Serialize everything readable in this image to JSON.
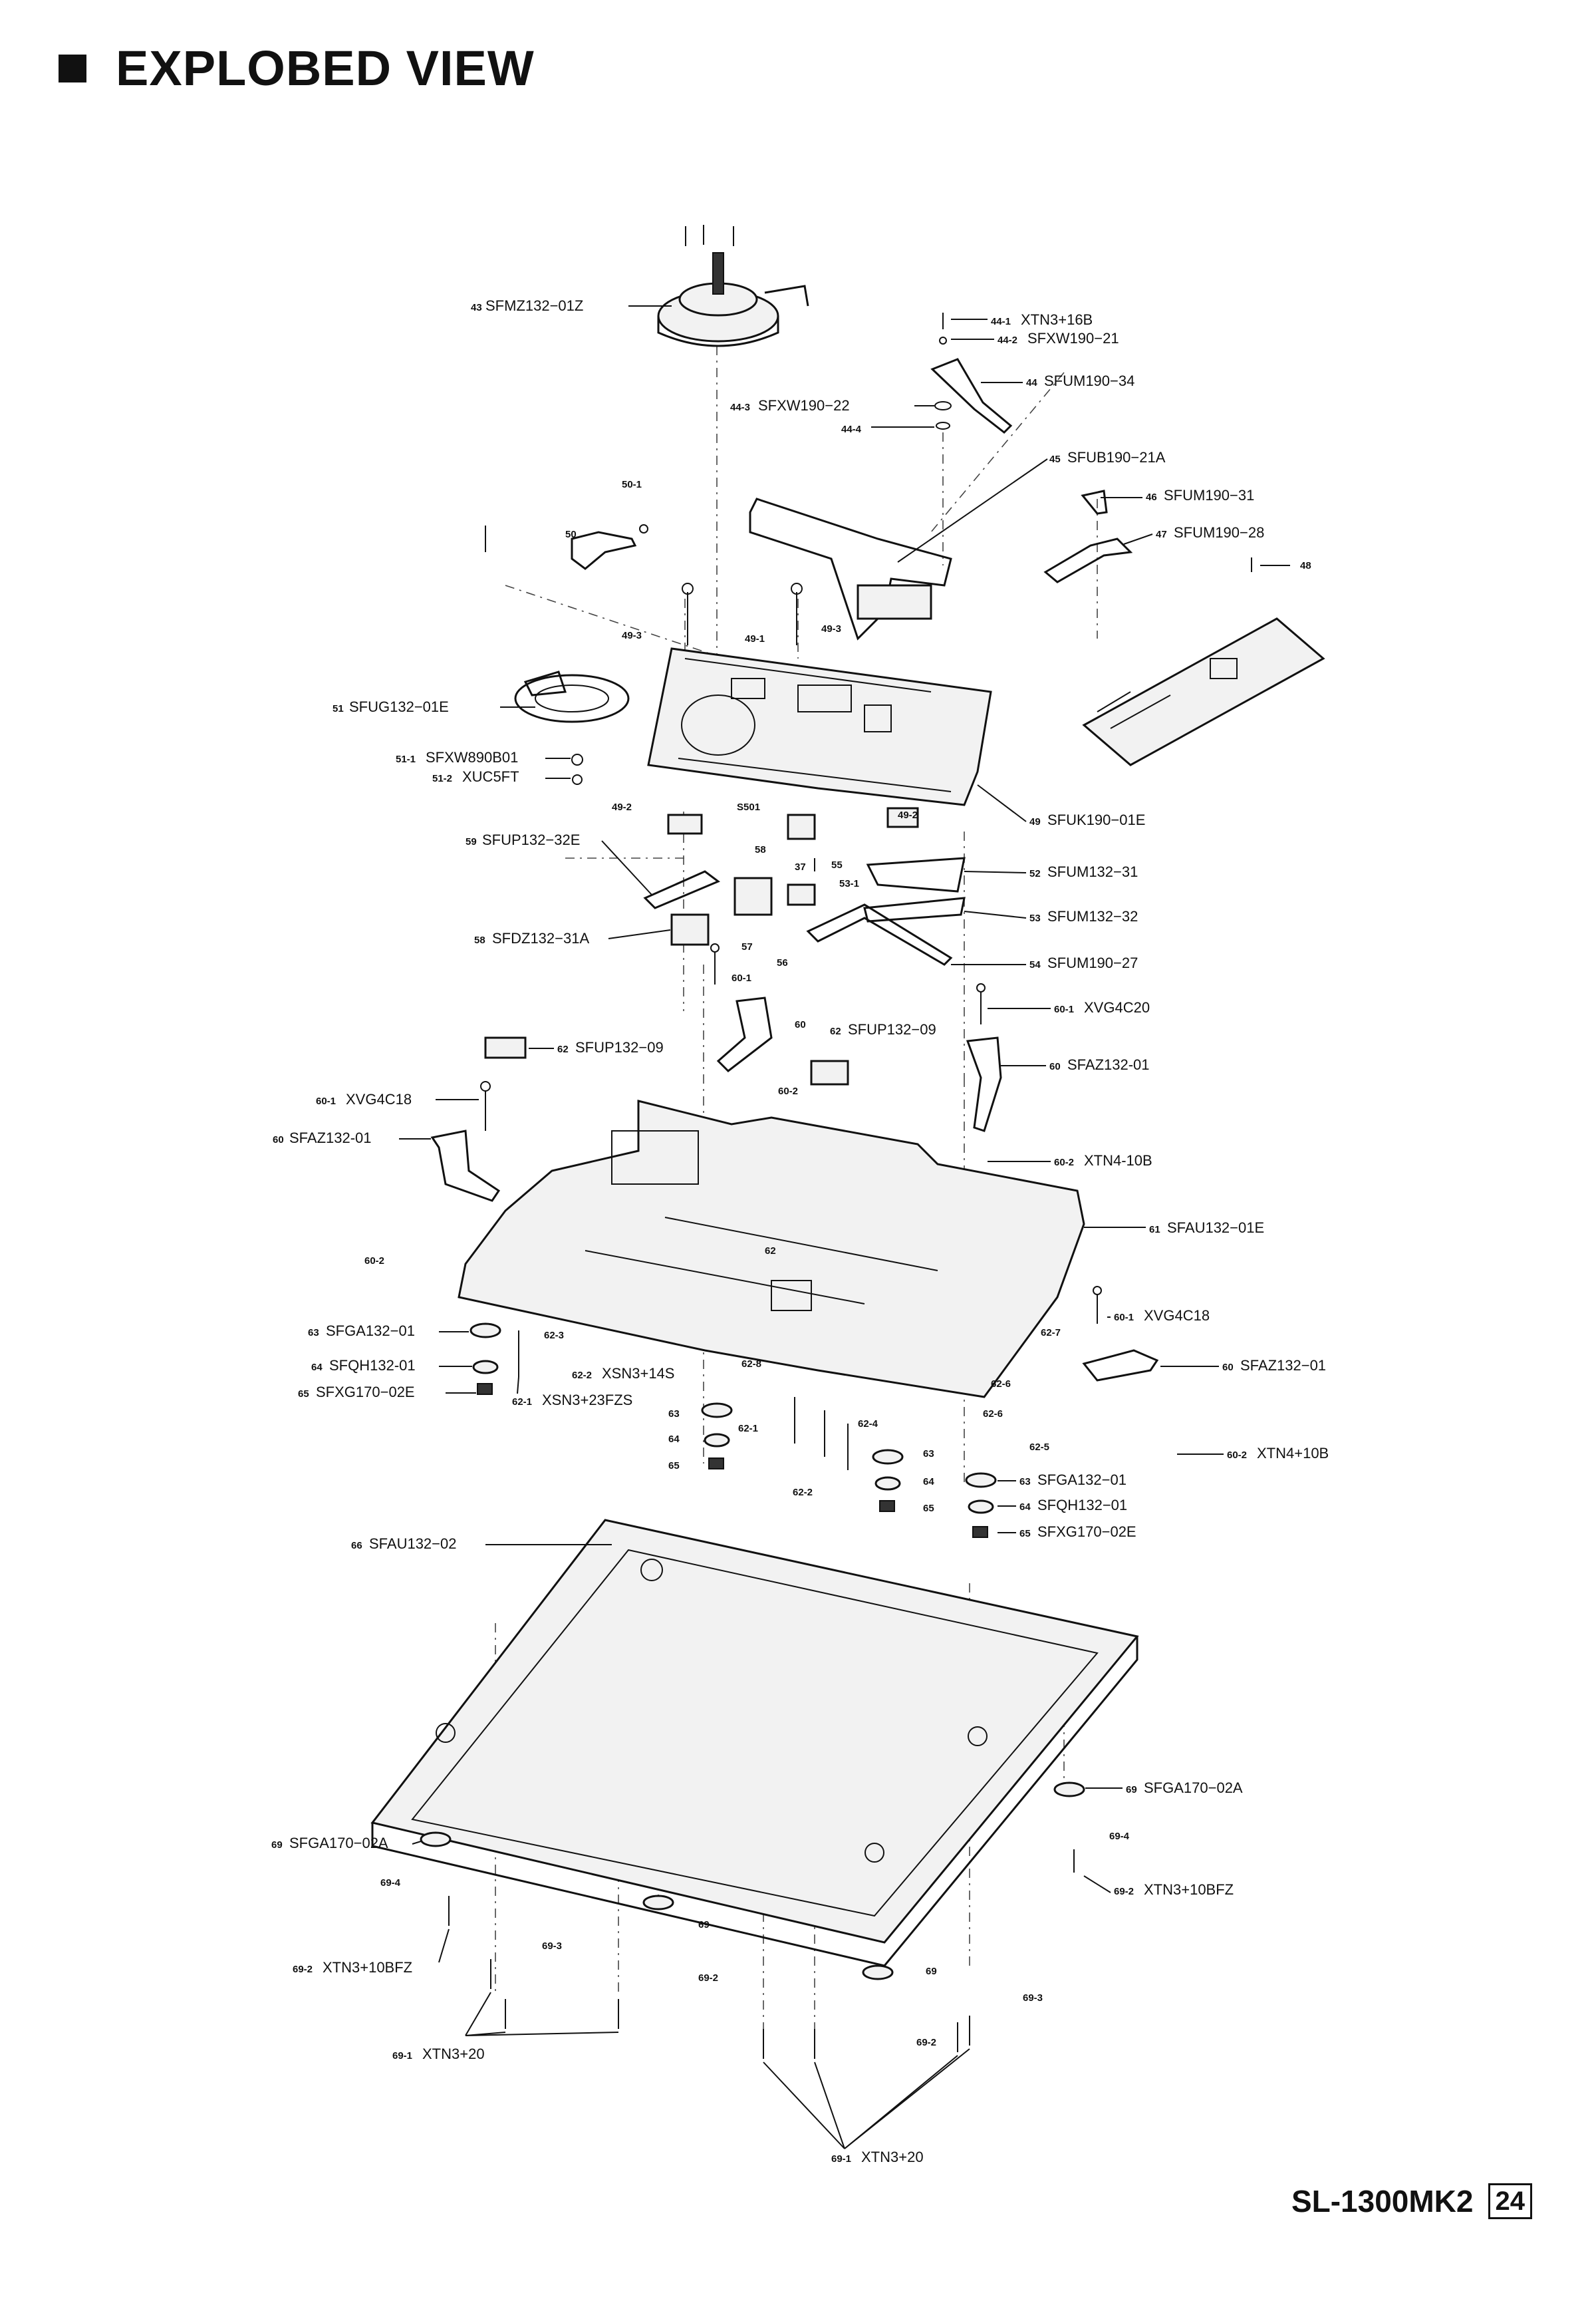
{
  "title": "EXPLOBED VIEW",
  "footer": {
    "model": "SL-1300MK2",
    "page": "24"
  },
  "callouts": [
    {
      "id": "c43",
      "num": "43",
      "code": "SFMZ132-01Z",
      "label": "SFMZ132−01Z"
    },
    {
      "id": "c44_1",
      "num": "44-1",
      "code": "XTN3+16B",
      "label": "XTN3+16B"
    },
    {
      "id": "c44_2",
      "num": "44-2",
      "code": "SFXW190-21",
      "label": "SFXW190−21"
    },
    {
      "id": "c44",
      "num": "44",
      "code": "SFUM190-34",
      "label": "SFUM190−34"
    },
    {
      "id": "c44_3",
      "num": "44-3",
      "code": "SFXW190-22",
      "label": "SFXW190−22"
    },
    {
      "id": "c44_4",
      "num": "44-4",
      "code": "",
      "label": ""
    },
    {
      "id": "c45",
      "num": "45",
      "code": "SFUB190-21A",
      "label": "SFUB190−21A"
    },
    {
      "id": "c46",
      "num": "46",
      "code": "SFUM190-31",
      "label": "SFUM190−31"
    },
    {
      "id": "c47",
      "num": "47",
      "code": "SFUM190-28",
      "label": "SFUM190−28"
    },
    {
      "id": "c48",
      "num": "48",
      "code": "",
      "label": ""
    },
    {
      "id": "c50_1",
      "num": "50-1",
      "code": "",
      "label": ""
    },
    {
      "id": "c50",
      "num": "50",
      "code": "",
      "label": ""
    },
    {
      "id": "c49_3a",
      "num": "49-3",
      "code": "",
      "label": ""
    },
    {
      "id": "c49_1",
      "num": "49-1",
      "code": "",
      "label": ""
    },
    {
      "id": "c49_3b",
      "num": "49-3",
      "code": "",
      "label": ""
    },
    {
      "id": "c51",
      "num": "51",
      "code": "SFUG132-01E",
      "label": "SFUG132−01E"
    },
    {
      "id": "c51_1",
      "num": "51-1",
      "code": "SFXW890B01",
      "label": "SFXW890B01"
    },
    {
      "id": "c51_2",
      "num": "51-2",
      "code": "XUC5FT",
      "label": "XUC5FT"
    },
    {
      "id": "c49_2a",
      "num": "49-2",
      "code": "",
      "label": ""
    },
    {
      "id": "cS501",
      "num": "S501",
      "code": "",
      "label": ""
    },
    {
      "id": "c49_2b",
      "num": "49-2",
      "code": "",
      "label": ""
    },
    {
      "id": "c49",
      "num": "49",
      "code": "SFUK190-01E",
      "label": "SFUK190−01E"
    },
    {
      "id": "c59",
      "num": "59",
      "code": "SFUP132-32E",
      "label": "SFUP132−32E"
    },
    {
      "id": "c58n",
      "num": "58",
      "code": "",
      "label": ""
    },
    {
      "id": "c37",
      "num": "37",
      "code": "",
      "label": ""
    },
    {
      "id": "c55",
      "num": "55",
      "code": "",
      "label": ""
    },
    {
      "id": "c52",
      "num": "52",
      "code": "SFUM132-31",
      "label": "SFUM132−31"
    },
    {
      "id": "c53_1",
      "num": "53-1",
      "code": "",
      "label": ""
    },
    {
      "id": "c53",
      "num": "53",
      "code": "SFUM132-32",
      "label": "SFUM132−32"
    },
    {
      "id": "c58",
      "num": "58",
      "code": "SFDZ132-31A",
      "label": "SFDZ132−31A"
    },
    {
      "id": "c57",
      "num": "57",
      "code": "",
      "label": ""
    },
    {
      "id": "c56",
      "num": "56",
      "code": "",
      "label": ""
    },
    {
      "id": "c54",
      "num": "54",
      "code": "SFUM190-27",
      "label": "SFUM190−27"
    },
    {
      "id": "c60_1a",
      "num": "60-1",
      "code": "",
      "label": ""
    },
    {
      "id": "c60n",
      "num": "60",
      "code": "",
      "label": ""
    },
    {
      "id": "c60_1b",
      "num": "60-1",
      "code": "XVG4C20",
      "label": "XVG4C20"
    },
    {
      "id": "c62a",
      "num": "62",
      "code": "SFUP132-09",
      "label": "SFUP132−09"
    },
    {
      "id": "c62b",
      "num": "62",
      "code": "SFUP132-09",
      "label": "SFUP132−09"
    },
    {
      "id": "c60_2a",
      "num": "60-2",
      "code": "",
      "label": ""
    },
    {
      "id": "c60a",
      "num": "60",
      "code": "SFAZ132-01",
      "label": "SFAZ132-01"
    },
    {
      "id": "c60_1c",
      "num": "60-1",
      "code": "XVG4C18",
      "label": "XVG4C18"
    },
    {
      "id": "c60b",
      "num": "60",
      "code": "SFAZ132-01",
      "label": "SFAZ132-01"
    },
    {
      "id": "c60_2b",
      "num": "60-2",
      "code": "XTN4-10B",
      "label": "XTN4-10B"
    },
    {
      "id": "c61",
      "num": "61",
      "code": "SFAU132-01E",
      "label": "SFAU132−01E"
    },
    {
      "id": "c60_2c",
      "num": "60-2",
      "code": "",
      "label": ""
    },
    {
      "id": "c62n",
      "num": "62",
      "code": "",
      "label": ""
    },
    {
      "id": "c63a",
      "num": "63",
      "code": "SFGA132-01",
      "label": "SFGA132−01"
    },
    {
      "id": "c62_3",
      "num": "62-3",
      "code": "",
      "label": ""
    },
    {
      "id": "c60_1d",
      "num": "60-1",
      "code": "XVG4C18",
      "label": "XVG4C18"
    },
    {
      "id": "c62_7",
      "num": "62-7",
      "code": "",
      "label": ""
    },
    {
      "id": "c64a",
      "num": "64",
      "code": "SFQH132-01",
      "label": "SFQH132-01"
    },
    {
      "id": "c62_2x",
      "num": "62-2",
      "code": "XSN3+14S",
      "label": "XSN3+14S"
    },
    {
      "id": "c62_8",
      "num": "62-8",
      "code": "",
      "label": ""
    },
    {
      "id": "c60c",
      "num": "60",
      "code": "SFAZ132-01",
      "label": "SFAZ132−01"
    },
    {
      "id": "c65a",
      "num": "65",
      "code": "SFXG170-02E",
      "label": "SFXG170−02E"
    },
    {
      "id": "c62_1",
      "num": "62-1",
      "code": "XSN3+23FZS",
      "label": "XSN3+23FZS"
    },
    {
      "id": "c62_6a",
      "num": "62-6",
      "code": "",
      "label": ""
    },
    {
      "id": "c63n",
      "num": "63",
      "code": "",
      "label": ""
    },
    {
      "id": "c62_1b",
      "num": "62-1",
      "code": "",
      "label": ""
    },
    {
      "id": "c62_4",
      "num": "62-4",
      "code": "",
      "label": ""
    },
    {
      "id": "c62_6b",
      "num": "62-6",
      "code": "",
      "label": ""
    },
    {
      "id": "c64n",
      "num": "64",
      "code": "",
      "label": ""
    },
    {
      "id": "c63b",
      "num": "63",
      "code": "",
      "label": ""
    },
    {
      "id": "c62_5",
      "num": "62-5",
      "code": "",
      "label": ""
    },
    {
      "id": "c60_2d",
      "num": "60-2",
      "code": "XTN4+10B",
      "label": "XTN4+10B"
    },
    {
      "id": "c65n",
      "num": "65",
      "code": "",
      "label": ""
    },
    {
      "id": "c64b",
      "num": "64",
      "code": "",
      "label": ""
    },
    {
      "id": "c63c",
      "num": "63",
      "code": "SFGA132-01",
      "label": "SFGA132−01"
    },
    {
      "id": "c62_2b",
      "num": "62-2",
      "code": "",
      "label": ""
    },
    {
      "id": "c65b",
      "num": "65",
      "code": "",
      "label": ""
    },
    {
      "id": "c64c",
      "num": "64",
      "code": "SFQH132-01",
      "label": "SFQH132−01"
    },
    {
      "id": "c65c",
      "num": "65",
      "code": "SFXG170-02E",
      "label": "SFXG170−02E"
    },
    {
      "id": "c66",
      "num": "66",
      "code": "SFAU132-02",
      "label": "SFAU132−02"
    },
    {
      "id": "c69a",
      "num": "69",
      "code": "SFGA170-02A",
      "label": "SFGA170−02A"
    },
    {
      "id": "c69_4a",
      "num": "69-4",
      "code": "",
      "label": ""
    },
    {
      "id": "c69b",
      "num": "69",
      "code": "SFGA170-02A",
      "label": "SFGA170−02A"
    },
    {
      "id": "c69_2a",
      "num": "69-2",
      "code": "XTN3+10BFZ",
      "label": "XTN3+10BFZ"
    },
    {
      "id": "c69_4b",
      "num": "69-4",
      "code": "",
      "label": ""
    },
    {
      "id": "c69n1",
      "num": "69",
      "code": "",
      "label": ""
    },
    {
      "id": "c69_3a",
      "num": "69-3",
      "code": "",
      "label": ""
    },
    {
      "id": "c69_2b",
      "num": "69-2",
      "code": "XTN3+10BFZ",
      "label": "XTN3+10BFZ"
    },
    {
      "id": "c69_2c",
      "num": "69-2",
      "code": "",
      "label": ""
    },
    {
      "id": "c69n2",
      "num": "69",
      "code": "",
      "label": ""
    },
    {
      "id": "c69_3b",
      "num": "69-3",
      "code": "",
      "label": ""
    },
    {
      "id": "c69_1a",
      "num": "69-1",
      "code": "XTN3+20",
      "label": "XTN3+20"
    },
    {
      "id": "c69_2d",
      "num": "69-2",
      "code": "",
      "label": ""
    },
    {
      "id": "c69_1b",
      "num": "69-1",
      "code": "XTN3+20",
      "label": "XTN3+20"
    }
  ]
}
